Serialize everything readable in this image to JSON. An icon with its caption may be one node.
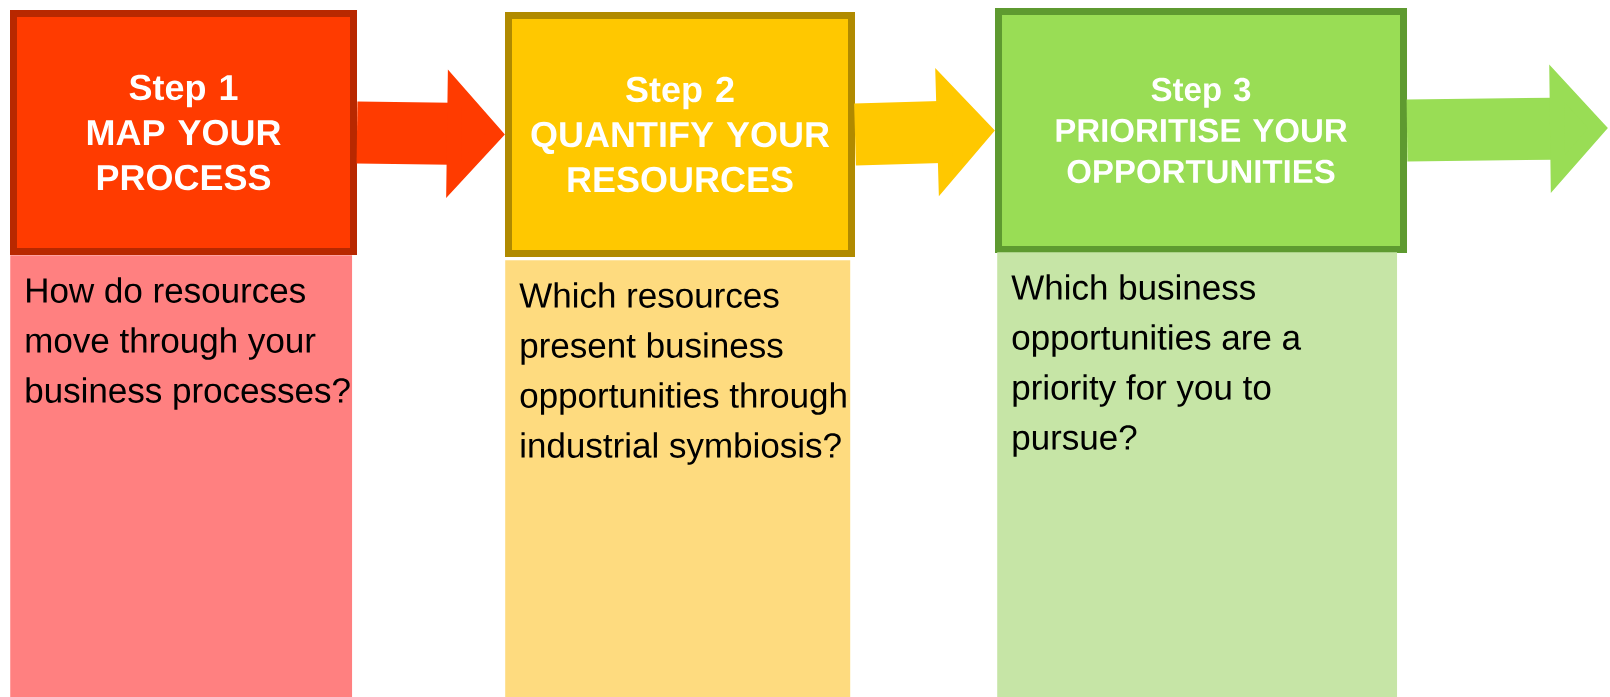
{
  "diagram": {
    "nodes": [
      {
        "text": [
          "Step 1",
          "MAP YOUR PROCESS"
        ]
      },
      {
        "text": [
          "Step 2",
          "QUANTIFY YOUR RESOURCES"
        ]
      },
      {
        "text": [
          "Step 3",
          "PRIORITISE YOUR OPPORTUNITIES"
        ]
      },
      {
        "text": [
          "How do resources move through your business processes?"
        ]
      },
      {
        "text": [
          "Which resources present business opportunities through industrial symbiosis?"
        ]
      },
      {
        "text": [
          "Which business opportunities are a priority for you to pursue?"
        ]
      }
    ],
    "edges": [
      {
        "from": 0,
        "to": 1,
        "arrow": "to",
        "color": "#ff3b00"
      },
      {
        "from": 1,
        "to": 2,
        "arrow": "to",
        "color": "#ffc800"
      },
      {
        "from": 2,
        "to": null,
        "arrow": "to",
        "color": "#99dd55"
      }
    ]
  }
}
